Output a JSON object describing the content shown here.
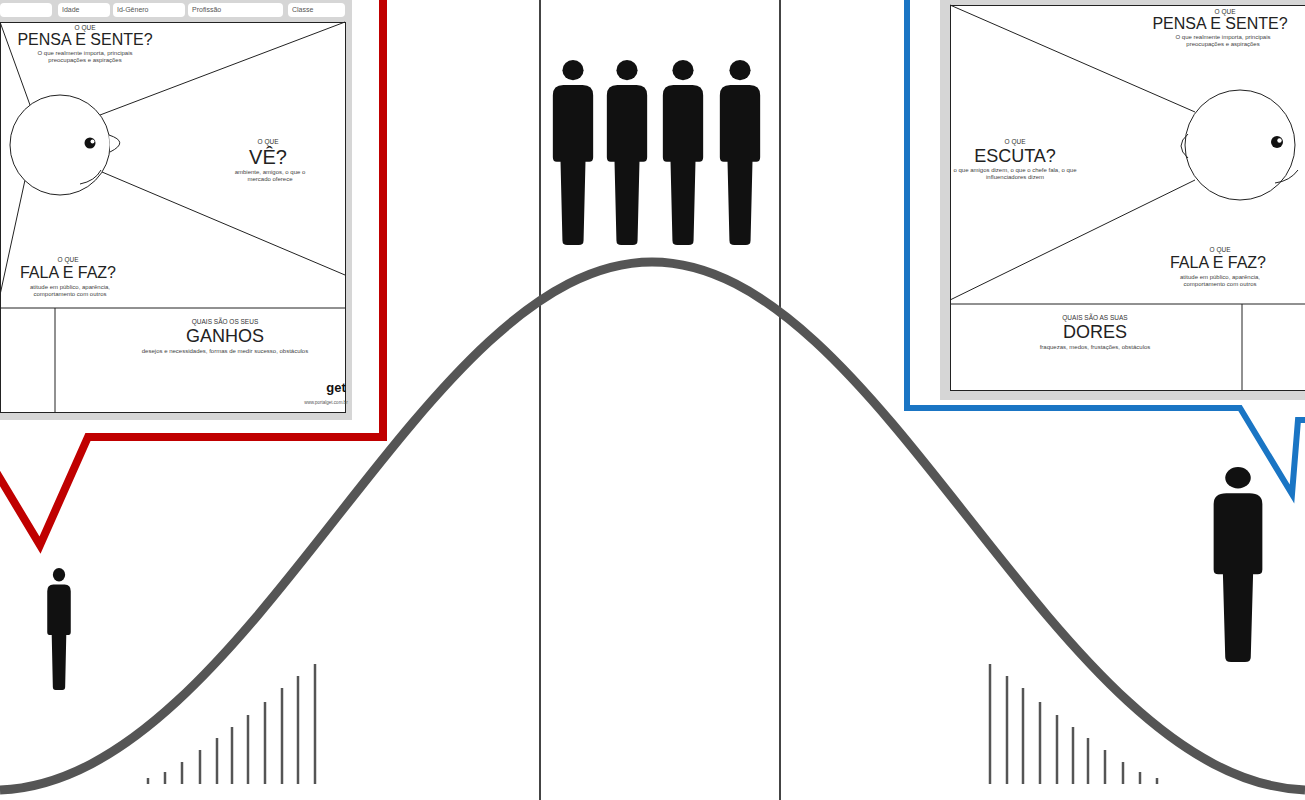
{
  "diagram": {
    "nodes": [
      {
        "text": [
          "O QUE",
          "PENSA E SENTE?",
          "O que realmente importa, principais preocupações e aspirações",
          "O QUE",
          "VÊ?",
          "ambiente, amigos, o que o mercado oferece",
          "O QUE",
          "FALA E FAZ?",
          "atitude em público, aparência, comportamento com outros",
          "QUAIS SÃO OS SEUS",
          "GANHOS",
          "desejos e necessidades, formas de medir sucesso, obstáculos",
          "get",
          "www.portalget.com.br"
        ]
      },
      {
        "text": [
          "Idade"
        ],
        "in": 0
      },
      {
        "text": [
          "Id-Gênero"
        ],
        "in": 0
      },
      {
        "text": [
          "Profissão"
        ],
        "in": 0
      },
      {
        "text": [
          "Classe"
        ],
        "in": 0
      },
      {
        "text": [
          "O QUE",
          "PENSA E SENTE?",
          "O que realmente importa, principais preocupações e aspirações",
          "O QUE",
          "ESCUTA?",
          "o que amigos dizem, o que o chefe fala, o que influenciadores dizem",
          "O QUE",
          "FALA E FAZ?",
          "atitude em público, aparência, comportamento com outros",
          "QUAIS SÃO AS SUAS",
          "DORES",
          "fraquezas, medos, frustações, obstáculos"
        ]
      }
    ]
  }
}
